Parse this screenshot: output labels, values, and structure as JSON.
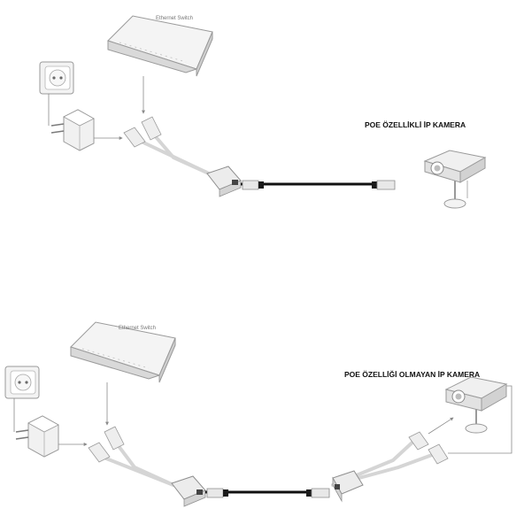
{
  "diagrams": [
    {
      "switch_label": "Ethernet Switch",
      "camera_label": "POE ÖZELLİKLİ İP KAMERA"
    },
    {
      "switch_label": "Ethernet Switch",
      "camera_label": "POE ÖZELLİĞİ OLMAYAN İP KAMERA"
    }
  ],
  "colors": {
    "outline": "#9a9a9a",
    "device_fill": "#f1f1f1",
    "cable": "#111111",
    "wire": "#c8c8c8",
    "arrow": "#8a8a8a"
  }
}
